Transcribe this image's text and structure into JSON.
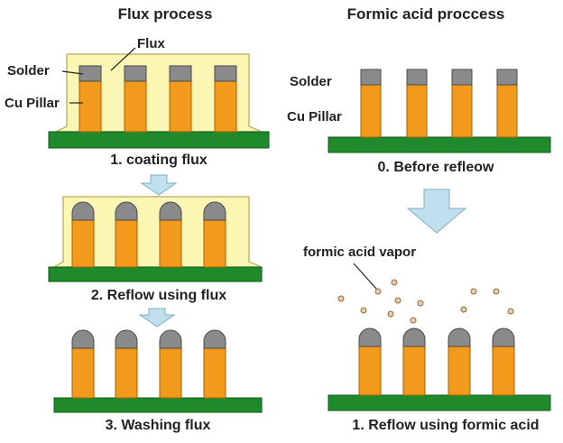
{
  "headings": {
    "left": "Flux process",
    "right": "Formic acid proccess"
  },
  "labels": {
    "flux": "Flux",
    "solder_left": "Solder",
    "cu_pillar_left": "Cu Pillar",
    "solder_right": "Solder",
    "cu_pillar_right": "Cu Pillar",
    "formic_vapor": "formic acid vapor"
  },
  "steps": {
    "coating": "1. coating flux",
    "reflow_flux": "2. Reflow using flux",
    "washing": "3. Washing flux",
    "before": "0. Before refleow",
    "reflow_formic": "1. Reflow using formic acid"
  },
  "colors": {
    "substrate": "#1f8a2c",
    "substrate_edge": "#0f5a17",
    "copper": "#f29a1c",
    "copper_edge": "#a85d00",
    "solder": "#8a8a8a",
    "solder_edge": "#4a4a4a",
    "flux": "#fbf6b4",
    "flux_edge": "#b8a75a",
    "arrow": "#bfe0ec",
    "arrow_edge": "#7eaec2",
    "vapor": "#e9cfa9",
    "vapor_edge": "#8a6a3c"
  },
  "icons": {
    "down_arrow": "down-arrow-icon"
  }
}
